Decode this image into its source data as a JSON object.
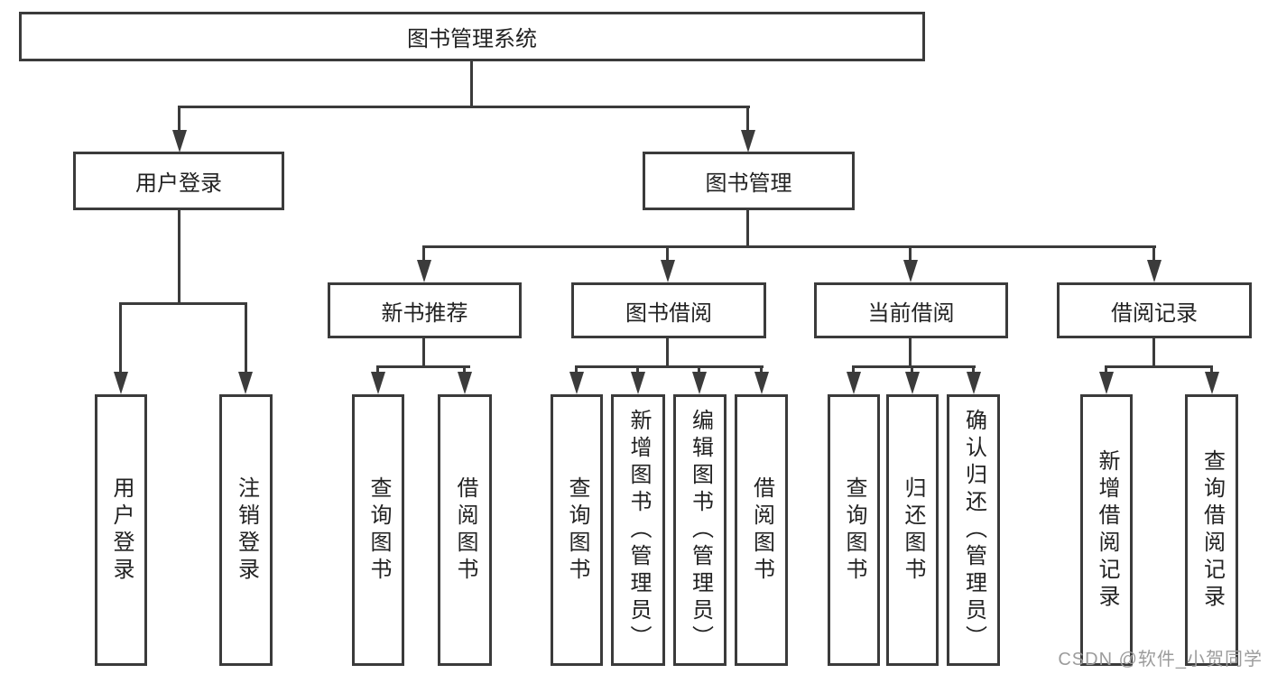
{
  "colors": {
    "line": "#3b3b3b",
    "box_border": "#3b3b3b",
    "box_fill": "#ffffff",
    "text": "#222222",
    "watermark": "#9c9c9c",
    "background": "#ffffff"
  },
  "watermark": {
    "text": "CSDN @软件_小贺同学"
  },
  "tree": {
    "root": {
      "label": "图书管理系统"
    },
    "branches": [
      {
        "label": "用户登录",
        "children": [
          {
            "label": "用户登录"
          },
          {
            "label": "注销登录"
          }
        ]
      },
      {
        "label": "图书管理",
        "children": [
          {
            "label": "新书推荐",
            "children": [
              {
                "label": "查询图书"
              },
              {
                "label": "借阅图书"
              }
            ]
          },
          {
            "label": "图书借阅",
            "children": [
              {
                "label": "查询图书"
              },
              {
                "label": "新增图书（管理员）"
              },
              {
                "label": "编辑图书（管理员）"
              },
              {
                "label": "借阅图书"
              }
            ]
          },
          {
            "label": "当前借阅",
            "children": [
              {
                "label": "查询图书"
              },
              {
                "label": "归还图书"
              },
              {
                "label": "确认归还（管理员）"
              }
            ]
          },
          {
            "label": "借阅记录",
            "children": [
              {
                "label": "新增借阅记录"
              },
              {
                "label": "查询借阅记录"
              }
            ]
          }
        ]
      }
    ]
  }
}
